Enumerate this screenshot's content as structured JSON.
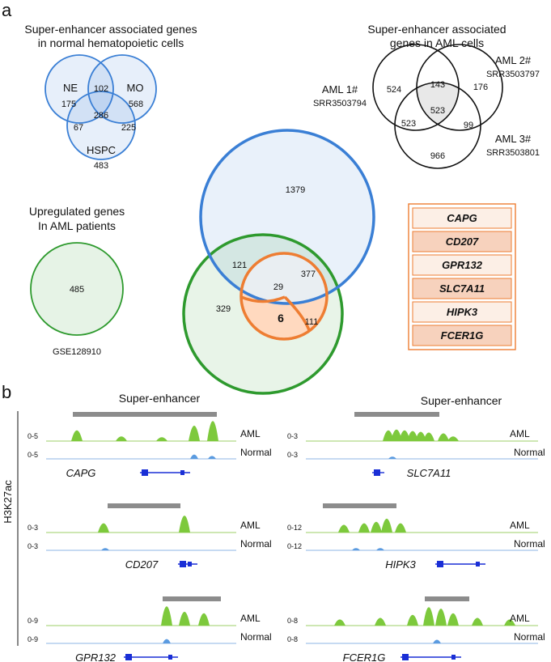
{
  "panel_a": "a",
  "panel_b": "b",
  "venn_normal": {
    "title_1": "Super-enhancer associated genes",
    "title_2": "in normal hematopoietic cells",
    "labels": {
      "ne": "NE",
      "mo": "MO",
      "hspc": "HSPC"
    },
    "counts": {
      "ne_only": "175",
      "mo_only": "568",
      "hspc_only": "483",
      "ne_mo": "102",
      "ne_hspc": "67",
      "mo_hspc": "225",
      "all": "286"
    },
    "color": "#3a7fd5"
  },
  "venn_aml": {
    "title_1": "Super-enhancer associated",
    "title_2": "genes in AML cells",
    "sets": [
      {
        "name": "AML 1#",
        "srr": "SRR3503794"
      },
      {
        "name": "AML 2#",
        "srr": "SRR3503797"
      },
      {
        "name": "AML 3#",
        "srr": "SRR3503801"
      }
    ],
    "counts": {
      "a1_only": "524",
      "a2_only": "176",
      "a3_only": "966",
      "a1_a2": "143",
      "a1_a3": "523",
      "a2_a3": "99",
      "all": "523"
    }
  },
  "up_genes": {
    "title_1": "Upregulated genes",
    "title_2": "In AML patients",
    "count": "485",
    "dataset": "GSE128910",
    "color": "#2e9a2e"
  },
  "venn_big": {
    "counts": {
      "blue_only": "1379",
      "blue_green": "121",
      "all": "29",
      "blue_gray": "377",
      "green_only": "329",
      "green_gray": "6",
      "gray_only": "111"
    },
    "accent": "#ee7d32"
  },
  "gene_list": [
    "CAPG",
    "CD207",
    "GPR132",
    "SLC7A11",
    "HIPK3",
    "FCER1G"
  ],
  "mark": "H3K27ac",
  "super_enhancer_label": "Super-enhancer",
  "tracks": [
    {
      "gene": "CAPG",
      "aml_range": "0-5",
      "normal_range": "0-5",
      "aml_label": "AML",
      "normal_label": "Normal"
    },
    {
      "gene": "SLC7A11",
      "aml_range": "0-3",
      "normal_range": "0-3",
      "aml_label": "AML",
      "normal_label": "Normal"
    },
    {
      "gene": "CD207",
      "aml_range": "0-3",
      "normal_range": "0-3",
      "aml_label": "AML",
      "normal_label": "Normal"
    },
    {
      "gene": "HIPK3",
      "aml_range": "0-12",
      "normal_range": "0-12",
      "aml_label": "AML",
      "normal_label": "Normal"
    },
    {
      "gene": "GPR132",
      "aml_range": "0-9",
      "normal_range": "0-9",
      "aml_label": "AML",
      "normal_label": "Normal"
    },
    {
      "gene": "FCER1G",
      "aml_range": "0-8",
      "normal_range": "0-8",
      "aml_label": "AML",
      "normal_label": "Normal"
    }
  ]
}
